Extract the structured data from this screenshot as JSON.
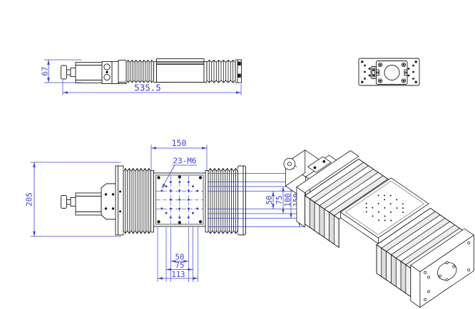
{
  "document": {
    "type": "CAD engineering drawing",
    "subject": "motorized linear translation stage with bellows covers"
  },
  "colors": {
    "background": "#ffffff",
    "geometry": "#1c1c1c",
    "dimension": "#4040d8"
  },
  "views": {
    "side": {
      "label": "side view",
      "dims": {
        "height": "67",
        "overall_length": "535.5"
      }
    },
    "end": {
      "label": "end view"
    },
    "plan": {
      "label": "top view",
      "dims": {
        "carriage_length": "150",
        "hole_callout": "23-M6",
        "overall_width": "205",
        "row_spacings": [
          "50",
          "75",
          "100",
          "150"
        ],
        "column_spacings": [
          "50",
          "75",
          "113"
        ]
      }
    },
    "iso": {
      "label": "isometric view"
    }
  }
}
